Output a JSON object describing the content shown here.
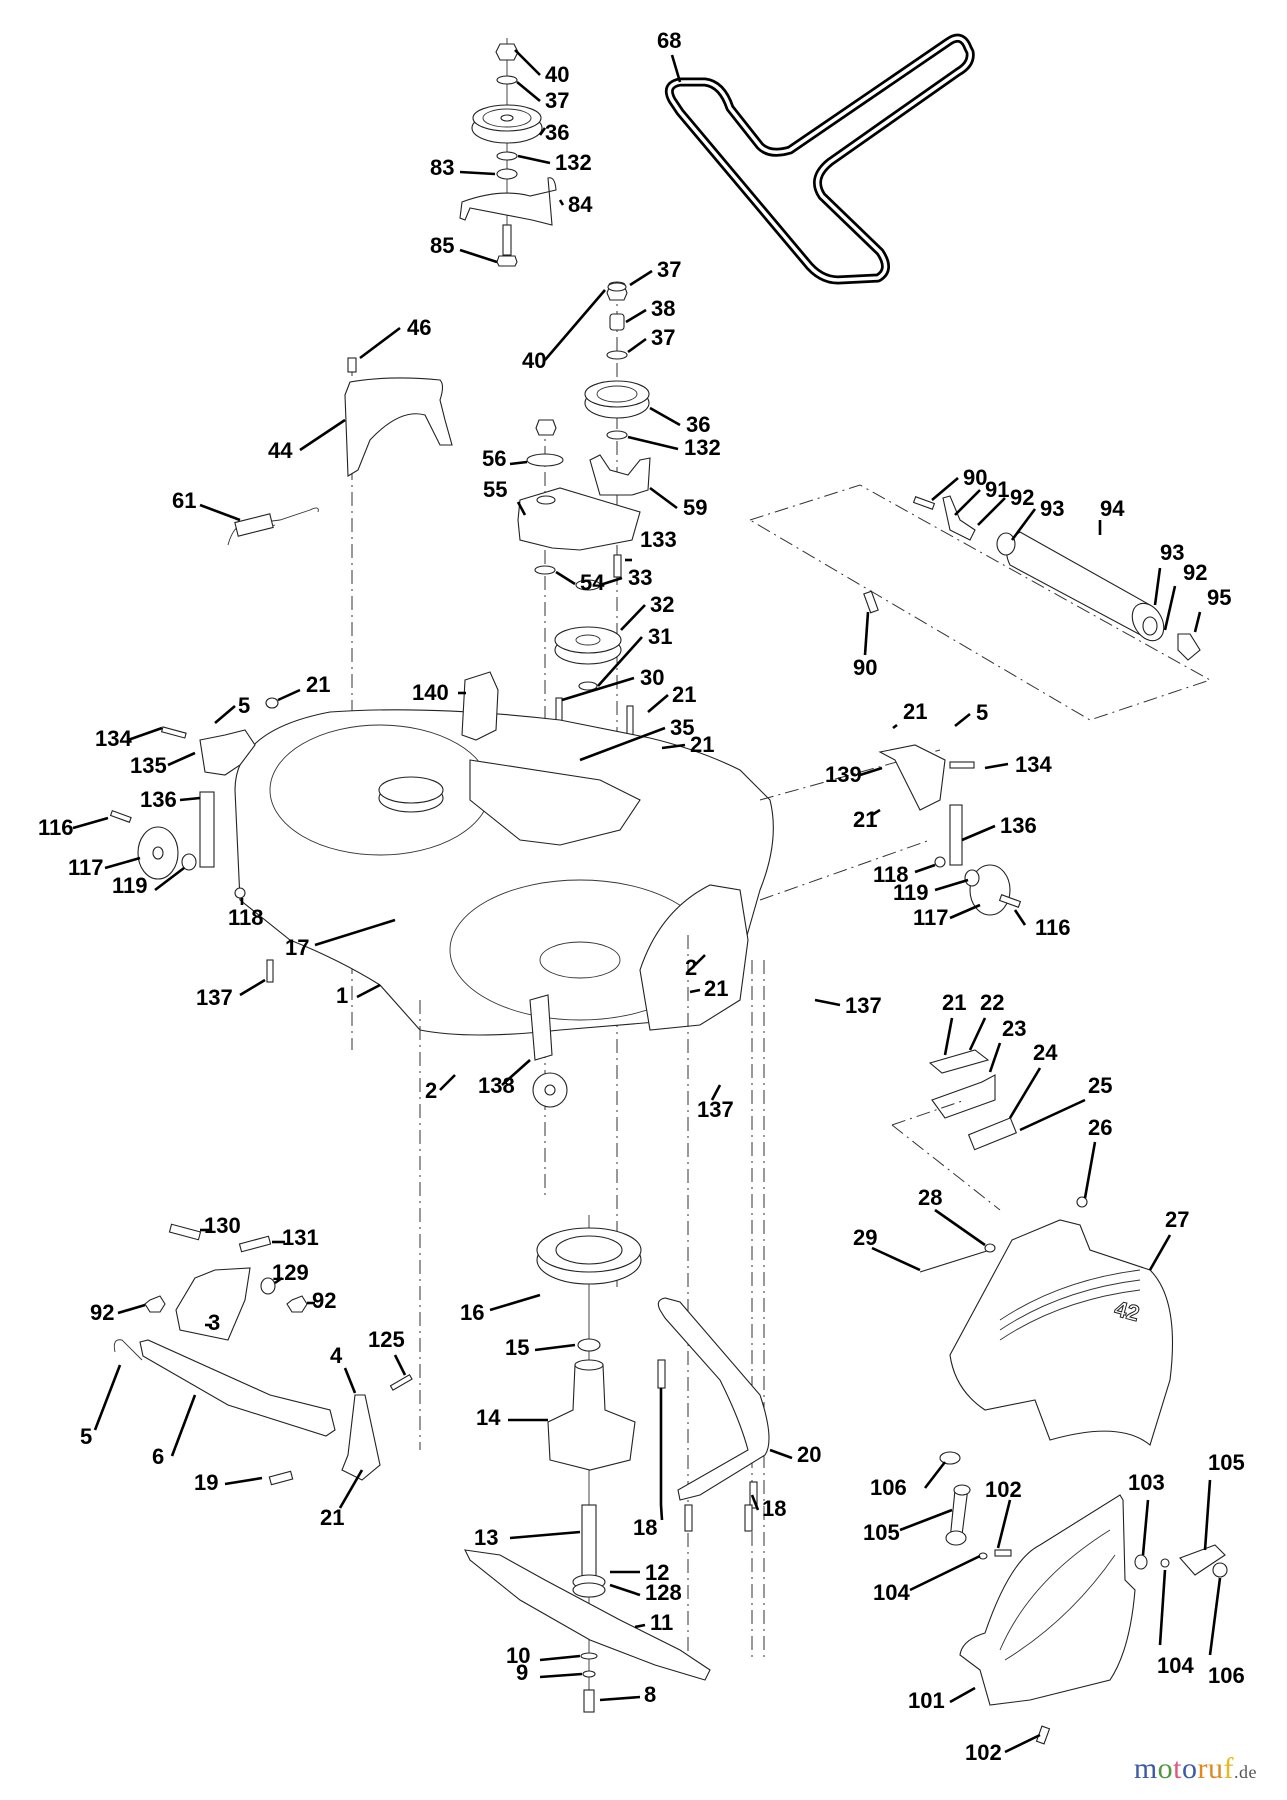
{
  "diagram": {
    "title": "Mower deck exploded parts diagram",
    "deck_badge": "42",
    "labels": [
      {
        "id": "40",
        "text": "40",
        "group": "idler-top"
      },
      {
        "id": "37a",
        "text": "37",
        "group": "idler-top"
      },
      {
        "id": "36a",
        "text": "36",
        "group": "idler-top"
      },
      {
        "id": "132a",
        "text": "132",
        "group": "idler-top"
      },
      {
        "id": "83",
        "text": "83",
        "group": "idler-top"
      },
      {
        "id": "84",
        "text": "84",
        "group": "idler-top"
      },
      {
        "id": "85",
        "text": "85",
        "group": "idler-top"
      },
      {
        "id": "68",
        "text": "68",
        "group": "belt"
      },
      {
        "id": "46",
        "text": "46",
        "group": "belt-guard"
      },
      {
        "id": "44",
        "text": "44",
        "group": "belt-guard"
      },
      {
        "id": "61",
        "text": "61",
        "group": "belt-guard"
      },
      {
        "id": "40b",
        "text": "40",
        "group": "idler-arm"
      },
      {
        "id": "37b",
        "text": "37",
        "group": "idler-arm"
      },
      {
        "id": "38",
        "text": "38",
        "group": "idler-arm"
      },
      {
        "id": "37c",
        "text": "37",
        "group": "idler-arm"
      },
      {
        "id": "36b",
        "text": "36",
        "group": "idler-arm"
      },
      {
        "id": "132b",
        "text": "132",
        "group": "idler-arm"
      },
      {
        "id": "56",
        "text": "56",
        "group": "idler-arm"
      },
      {
        "id": "55",
        "text": "55",
        "group": "idler-arm"
      },
      {
        "id": "59",
        "text": "59",
        "group": "idler-arm"
      },
      {
        "id": "133",
        "text": "133",
        "group": "idler-arm"
      },
      {
        "id": "54",
        "text": "54",
        "group": "idler-arm"
      },
      {
        "id": "33",
        "text": "33",
        "group": "center-pulley"
      },
      {
        "id": "32",
        "text": "32",
        "group": "center-pulley"
      },
      {
        "id": "31",
        "text": "31",
        "group": "center-pulley"
      },
      {
        "id": "30",
        "text": "30",
        "group": "center-pulley"
      },
      {
        "id": "35",
        "text": "35",
        "group": "center-pulley"
      },
      {
        "id": "140",
        "text": "140",
        "group": "deck"
      },
      {
        "id": "90a",
        "text": "90",
        "group": "roller"
      },
      {
        "id": "91",
        "text": "91",
        "group": "roller"
      },
      {
        "id": "92a",
        "text": "92",
        "group": "roller"
      },
      {
        "id": "93a",
        "text": "93",
        "group": "roller"
      },
      {
        "id": "94",
        "text": "94",
        "group": "roller"
      },
      {
        "id": "93b",
        "text": "93",
        "group": "roller"
      },
      {
        "id": "92b",
        "text": "92",
        "group": "roller"
      },
      {
        "id": "95",
        "text": "95",
        "group": "roller"
      },
      {
        "id": "90b",
        "text": "90",
        "group": "roller"
      },
      {
        "id": "21a",
        "text": "21",
        "group": "left-wheel"
      },
      {
        "id": "5a",
        "text": "5",
        "group": "left-wheel"
      },
      {
        "id": "134a",
        "text": "134",
        "group": "left-wheel"
      },
      {
        "id": "135",
        "text": "135",
        "group": "left-wheel"
      },
      {
        "id": "136a",
        "text": "136",
        "group": "left-wheel"
      },
      {
        "id": "116a",
        "text": "116",
        "group": "left-wheel"
      },
      {
        "id": "117a",
        "text": "117",
        "group": "left-wheel"
      },
      {
        "id": "119a",
        "text": "119",
        "group": "left-wheel"
      },
      {
        "id": "118a",
        "text": "118",
        "group": "left-wheel"
      },
      {
        "id": "17",
        "text": "17",
        "group": "deck"
      },
      {
        "id": "137a",
        "text": "137",
        "group": "deck"
      },
      {
        "id": "1",
        "text": "1",
        "group": "deck"
      },
      {
        "id": "2a",
        "text": "2",
        "group": "deck"
      },
      {
        "id": "138",
        "text": "138",
        "group": "deck"
      },
      {
        "id": "21b",
        "text": "21",
        "group": "deck"
      },
      {
        "id": "21c",
        "text": "21",
        "group": "deck"
      },
      {
        "id": "2b",
        "text": "2",
        "group": "deck"
      },
      {
        "id": "21d",
        "text": "21",
        "group": "deck"
      },
      {
        "id": "137b",
        "text": "137",
        "group": "deck"
      },
      {
        "id": "137c",
        "text": "137",
        "group": "deck"
      },
      {
        "id": "21e",
        "text": "21",
        "group": "right-wheel"
      },
      {
        "id": "5b",
        "text": "5",
        "group": "right-wheel"
      },
      {
        "id": "139",
        "text": "139",
        "group": "right-wheel"
      },
      {
        "id": "134b",
        "text": "134",
        "group": "right-wheel"
      },
      {
        "id": "21f",
        "text": "21",
        "group": "right-wheel"
      },
      {
        "id": "136b",
        "text": "136",
        "group": "right-wheel"
      },
      {
        "id": "118b",
        "text": "118",
        "group": "right-wheel"
      },
      {
        "id": "119b",
        "text": "119",
        "group": "right-wheel"
      },
      {
        "id": "117b",
        "text": "117",
        "group": "right-wheel"
      },
      {
        "id": "116b",
        "text": "116",
        "group": "right-wheel"
      },
      {
        "id": "21g",
        "text": "21",
        "group": "discharge-bracket"
      },
      {
        "id": "22",
        "text": "22",
        "group": "discharge-bracket"
      },
      {
        "id": "23",
        "text": "23",
        "group": "discharge-bracket"
      },
      {
        "id": "24",
        "text": "24",
        "group": "discharge-bracket"
      },
      {
        "id": "25",
        "text": "25",
        "group": "discharge-bracket"
      },
      {
        "id": "26",
        "text": "26",
        "group": "discharge-bracket"
      },
      {
        "id": "28",
        "text": "28",
        "group": "discharge-chute"
      },
      {
        "id": "29",
        "text": "29",
        "group": "discharge-chute"
      },
      {
        "id": "27",
        "text": "27",
        "group": "discharge-chute"
      },
      {
        "id": "130",
        "text": "130",
        "group": "hanger"
      },
      {
        "id": "131",
        "text": "131",
        "group": "hanger"
      },
      {
        "id": "129",
        "text": "129",
        "group": "hanger"
      },
      {
        "id": "92c",
        "text": "92",
        "group": "hanger"
      },
      {
        "id": "92d",
        "text": "92",
        "group": "hanger"
      },
      {
        "id": "3",
        "text": "3",
        "group": "hanger"
      },
      {
        "id": "125",
        "text": "125",
        "group": "hanger"
      },
      {
        "id": "4",
        "text": "4",
        "group": "hanger"
      },
      {
        "id": "5c",
        "text": "5",
        "group": "hanger"
      },
      {
        "id": "6",
        "text": "6",
        "group": "hanger"
      },
      {
        "id": "19",
        "text": "19",
        "group": "hanger"
      },
      {
        "id": "21h",
        "text": "21",
        "group": "hanger"
      },
      {
        "id": "16",
        "text": "16",
        "group": "spindle"
      },
      {
        "id": "15",
        "text": "15",
        "group": "spindle"
      },
      {
        "id": "14",
        "text": "14",
        "group": "spindle"
      },
      {
        "id": "13",
        "text": "13",
        "group": "spindle"
      },
      {
        "id": "12",
        "text": "12",
        "group": "spindle"
      },
      {
        "id": "128",
        "text": "128",
        "group": "spindle"
      },
      {
        "id": "11",
        "text": "11",
        "group": "spindle"
      },
      {
        "id": "10",
        "text": "10",
        "group": "spindle"
      },
      {
        "id": "9",
        "text": "9",
        "group": "spindle"
      },
      {
        "id": "8",
        "text": "8",
        "group": "spindle"
      },
      {
        "id": "20",
        "text": "20",
        "group": "baffle"
      },
      {
        "id": "18a",
        "text": "18",
        "group": "baffle"
      },
      {
        "id": "18b",
        "text": "18",
        "group": "baffle"
      },
      {
        "id": "106a",
        "text": "106",
        "group": "deflector"
      },
      {
        "id": "105a",
        "text": "105",
        "group": "deflector"
      },
      {
        "id": "102a",
        "text": "102",
        "group": "deflector"
      },
      {
        "id": "104a",
        "text": "104",
        "group": "deflector"
      },
      {
        "id": "101",
        "text": "101",
        "group": "deflector"
      },
      {
        "id": "102b",
        "text": "102",
        "group": "deflector"
      },
      {
        "id": "103",
        "text": "103",
        "group": "deflector"
      },
      {
        "id": "105b",
        "text": "105",
        "group": "deflector"
      },
      {
        "id": "104b",
        "text": "104",
        "group": "deflector"
      },
      {
        "id": "106b",
        "text": "106",
        "group": "deflector"
      }
    ]
  },
  "watermark": {
    "letters": [
      "m",
      "o",
      "t",
      "o",
      "r",
      "u",
      "f"
    ],
    "suffix": ".de",
    "colors": {
      "m": "#3b5ba8",
      "o1": "#4f9a3c",
      "t": "#e0577f",
      "o2": "#3b5ba8",
      "r": "#e2881f",
      "u": "#e2881f",
      "f": "#e8b81d"
    }
  }
}
